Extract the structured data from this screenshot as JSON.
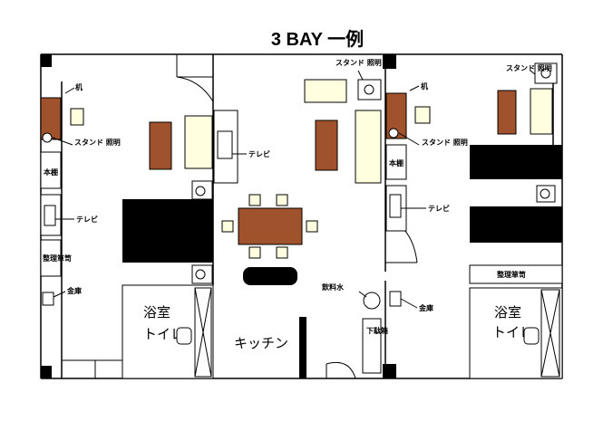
{
  "title": "3 BAY 一例",
  "labels": {
    "desk": "机",
    "stand_light": "スタンド 照明",
    "bookshelf": "本棚",
    "tv": "テレビ",
    "storage": "整理箪笥",
    "safe": "金庫",
    "bath": "浴室",
    "toilet": "トイレ",
    "kitchen": "キッチン",
    "water": "飲料水",
    "shoe_box": "下駄箱"
  }
}
